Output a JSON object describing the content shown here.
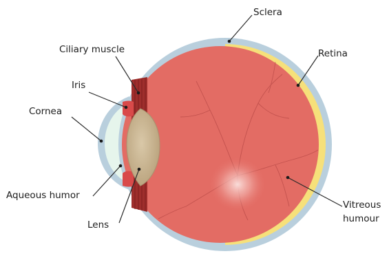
{
  "labels": {
    "sclera": "Sclera",
    "retina": "Retina",
    "ciliary_muscle": "Ciliary muscle",
    "iris": "Iris",
    "cornea": "Cornea",
    "aqueous_humor": "Aqueous humor",
    "lens": "Lens",
    "vitreous_line1": "Vitreous",
    "vitreous_line2": "humour"
  },
  "colors": {
    "sclera": "#b9cfdd",
    "retina": "#f6e07a",
    "vitreous": "#e36c64",
    "vessel": "#b94a47",
    "cornea_fluid": "#e6f5ec",
    "lens": "#cbb796",
    "iris": "#d94a4a",
    "ciliary": "#9e2e2c"
  }
}
